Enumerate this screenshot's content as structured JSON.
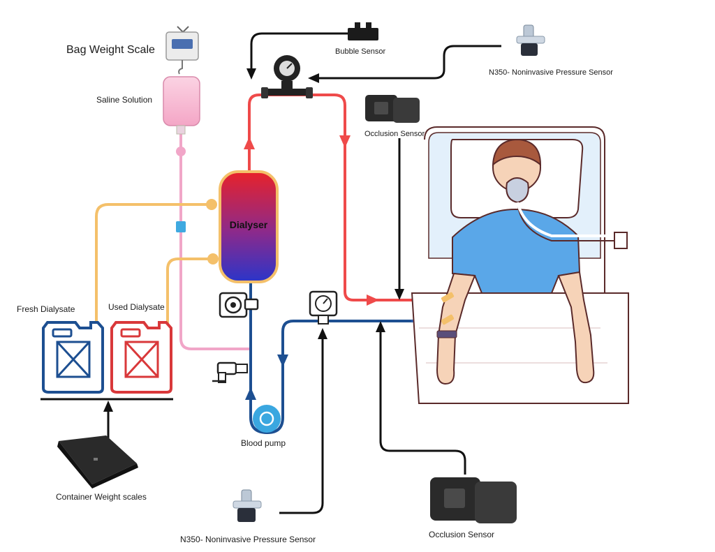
{
  "labels": {
    "bag_weight_scale": "Bag Weight Scale",
    "saline_solution": "Saline Solution",
    "bubble_sensor": "Bubble Sensor",
    "pressure_sensor_top": "N350- Noninvasive Pressure Sensor",
    "occlusion_sensor_top": "Occlusion Sensor",
    "dialyser": "Dialyser",
    "fresh_dialysate": "Fresh Dialysate",
    "used_dialysate": "Used Dialysate",
    "blood_pump": "Blood pump",
    "container_weight_scales": "Container Weight scales",
    "pressure_sensor_bottom": "N350- Noninvasive Pressure Sensor",
    "occlusion_sensor_bottom": "Occlusion Sensor"
  },
  "colors": {
    "arterial_line": "#ef4a4a",
    "venous_line": "#1d4f91",
    "fresh_dialysate_line": "#f4c06a",
    "saline_line": "#f1a6c8",
    "signal_line": "#111111",
    "fresh_container": "#1d4f91",
    "used_container": "#d9383a",
    "blood_pump": "#3aa7e0"
  },
  "icons": {
    "bag_scale": "hanging-scale-icon",
    "saline_bag": "iv-bag-icon",
    "pressure_gauge": "pressure-gauge-icon",
    "bubble_sensor": "bubble-sensor-icon",
    "pressure_sensor": "pressure-transducer-icon",
    "occlusion_sensor": "occlusion-clamp-icon",
    "heater": "dialysate-pump-icon",
    "blood_pump": "roller-pump-icon",
    "tap": "heparin-valve-icon",
    "scale_plate": "weighing-plate-icon",
    "patient": "patient-in-bed-icon"
  }
}
